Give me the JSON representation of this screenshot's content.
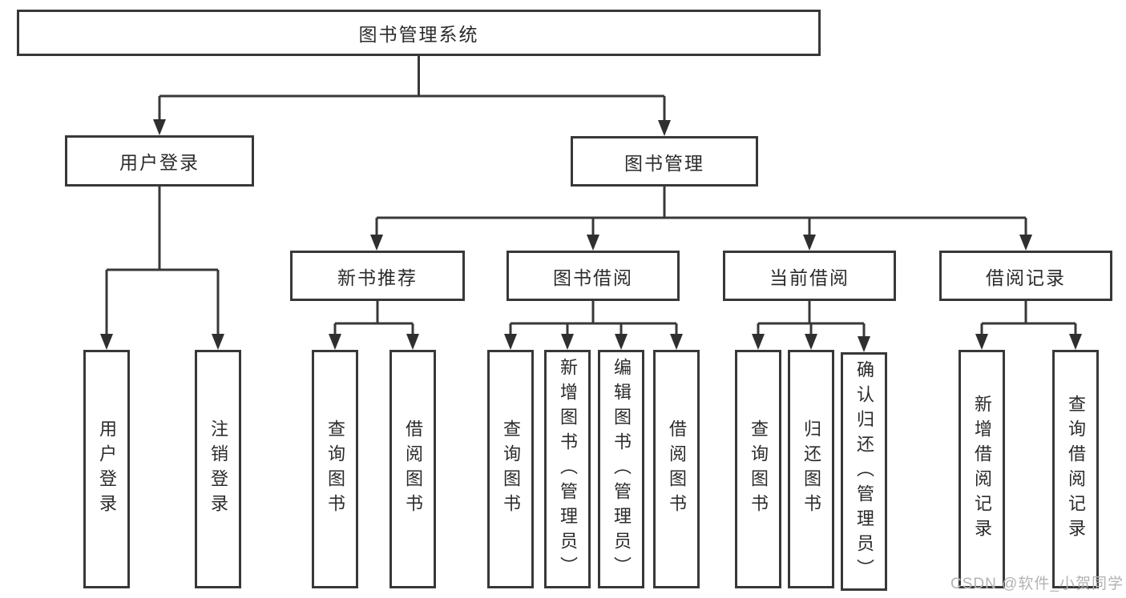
{
  "diagram": {
    "root": {
      "label": "图书管理系统"
    },
    "branches": {
      "user_login": {
        "label": "用户登录",
        "children": [
          "用户登录",
          "注销登录"
        ]
      },
      "book_mgmt": {
        "label": "图书管理"
      },
      "new_book": {
        "label": "新书推荐",
        "children": [
          "查询图书",
          "借阅图书"
        ]
      },
      "book_borrow": {
        "label": "图书借阅",
        "children": [
          "查询图书",
          "新增图书（管理员）",
          "编辑图书（管理员）",
          "借阅图书"
        ]
      },
      "current_borrow": {
        "label": "当前借阅",
        "children": [
          "查询图书",
          "归还图书",
          "确认归还（管理员）"
        ]
      },
      "borrow_record": {
        "label": "借阅记录",
        "children": [
          "新增借阅记录",
          "查询借阅记录"
        ]
      }
    },
    "watermark": "CSDN @软件_小贺同学",
    "colors": {
      "line": "#383838",
      "text": "#2b2b2b",
      "background": "#ffffff",
      "watermark": "#b3b3b3"
    }
  }
}
